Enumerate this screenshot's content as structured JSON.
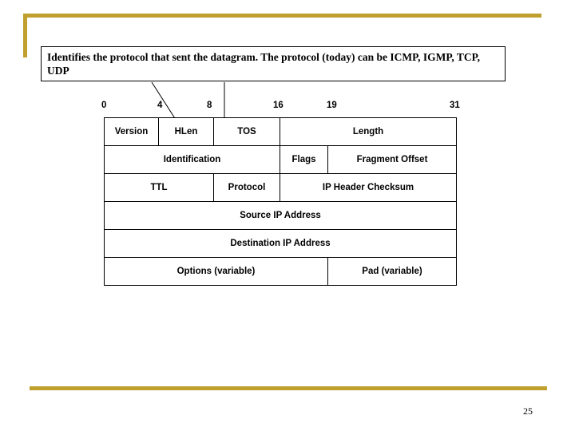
{
  "slide": {
    "page_number": "25",
    "accent_color": "#bfa02e"
  },
  "callout": {
    "text": "Identifies the protocol that sent the datagram.  The protocol (today) can be ICMP, IGMP, TCP, UDP"
  },
  "ruler": {
    "ticks": [
      {
        "label": "0",
        "bit": 0
      },
      {
        "label": "4",
        "bit": 4
      },
      {
        "label": "8",
        "bit": 8
      },
      {
        "label": "16",
        "bit": 16
      },
      {
        "label": "19",
        "bit": 19
      },
      {
        "label": "31",
        "bit": 31
      }
    ]
  },
  "header_table": {
    "rows": [
      {
        "cells": [
          {
            "label": "Version",
            "bits": 4
          },
          {
            "label": "HLen",
            "bits": 4
          },
          {
            "label": "TOS",
            "bits": 8
          },
          {
            "label": "Length",
            "bits": 16
          }
        ]
      },
      {
        "cells": [
          {
            "label": "Identification",
            "bits": 16
          },
          {
            "label": "Flags",
            "bits": 3
          },
          {
            "label": "Fragment Offset",
            "bits": 13
          }
        ]
      },
      {
        "cells": [
          {
            "label": "TTL",
            "bits": 8
          },
          {
            "label": "Protocol",
            "bits": 8
          },
          {
            "label": "IP Header Checksum",
            "bits": 16
          }
        ]
      },
      {
        "cells": [
          {
            "label": "Source IP Address",
            "bits": 32
          }
        ]
      },
      {
        "cells": [
          {
            "label": "Destination IP Address",
            "bits": 32
          }
        ]
      },
      {
        "cells": [
          {
            "label": "Options (variable)",
            "bits": 24
          },
          {
            "label": "Pad (variable)",
            "bits": 8
          }
        ]
      }
    ]
  }
}
